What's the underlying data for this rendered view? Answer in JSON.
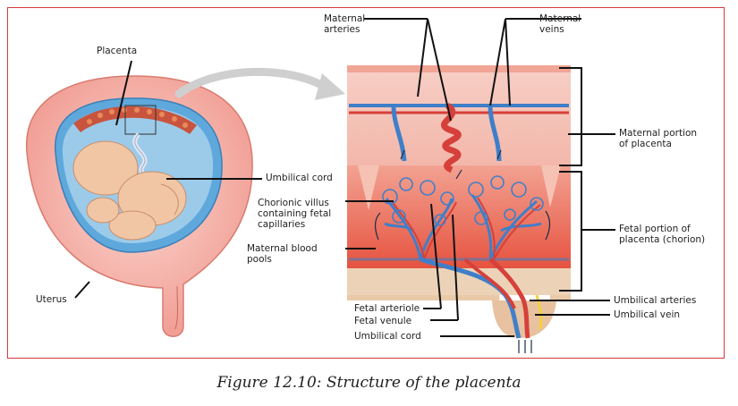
{
  "labels": {
    "placenta": "Placenta",
    "uterus": "Uterus",
    "umbilical_cord_left": "Umbilical cord",
    "chorionic_villus": [
      "Chorionic villus",
      "containing fetal",
      "capillaries"
    ],
    "maternal_blood_pools": [
      "Maternal blood",
      "pools"
    ],
    "maternal_arteries": [
      "Maternal",
      "arteries"
    ],
    "maternal_veins": [
      "Maternal",
      "veins"
    ],
    "maternal_portion": [
      "Maternal portion",
      "of placenta"
    ],
    "fetal_portion": [
      "Fetal portion of",
      "placenta (chorion)"
    ],
    "umbilical_arteries": "Umbilical arteries",
    "umbilical_vein": "Umbilical vein",
    "fetal_arteriole": "Fetal arteriole",
    "fetal_venule": "Fetal venule",
    "umbilical_cord_bottom": "Umbilical cord"
  },
  "caption": "Figure 12.10: Structure of the placenta",
  "colors": {
    "frame_border": "#d43a3a",
    "maternal_tissue": "#f6c9c0",
    "blood_pool": "#e8604a",
    "vessel_blue": "#3f7fc9",
    "vessel_red": "#d6403a",
    "amniotic_blue": "#5ea8dc",
    "uterus_pink": "#f2a39a",
    "fetus_skin": "#f0c8a8",
    "chorion_tan": "#ecd3b8"
  }
}
